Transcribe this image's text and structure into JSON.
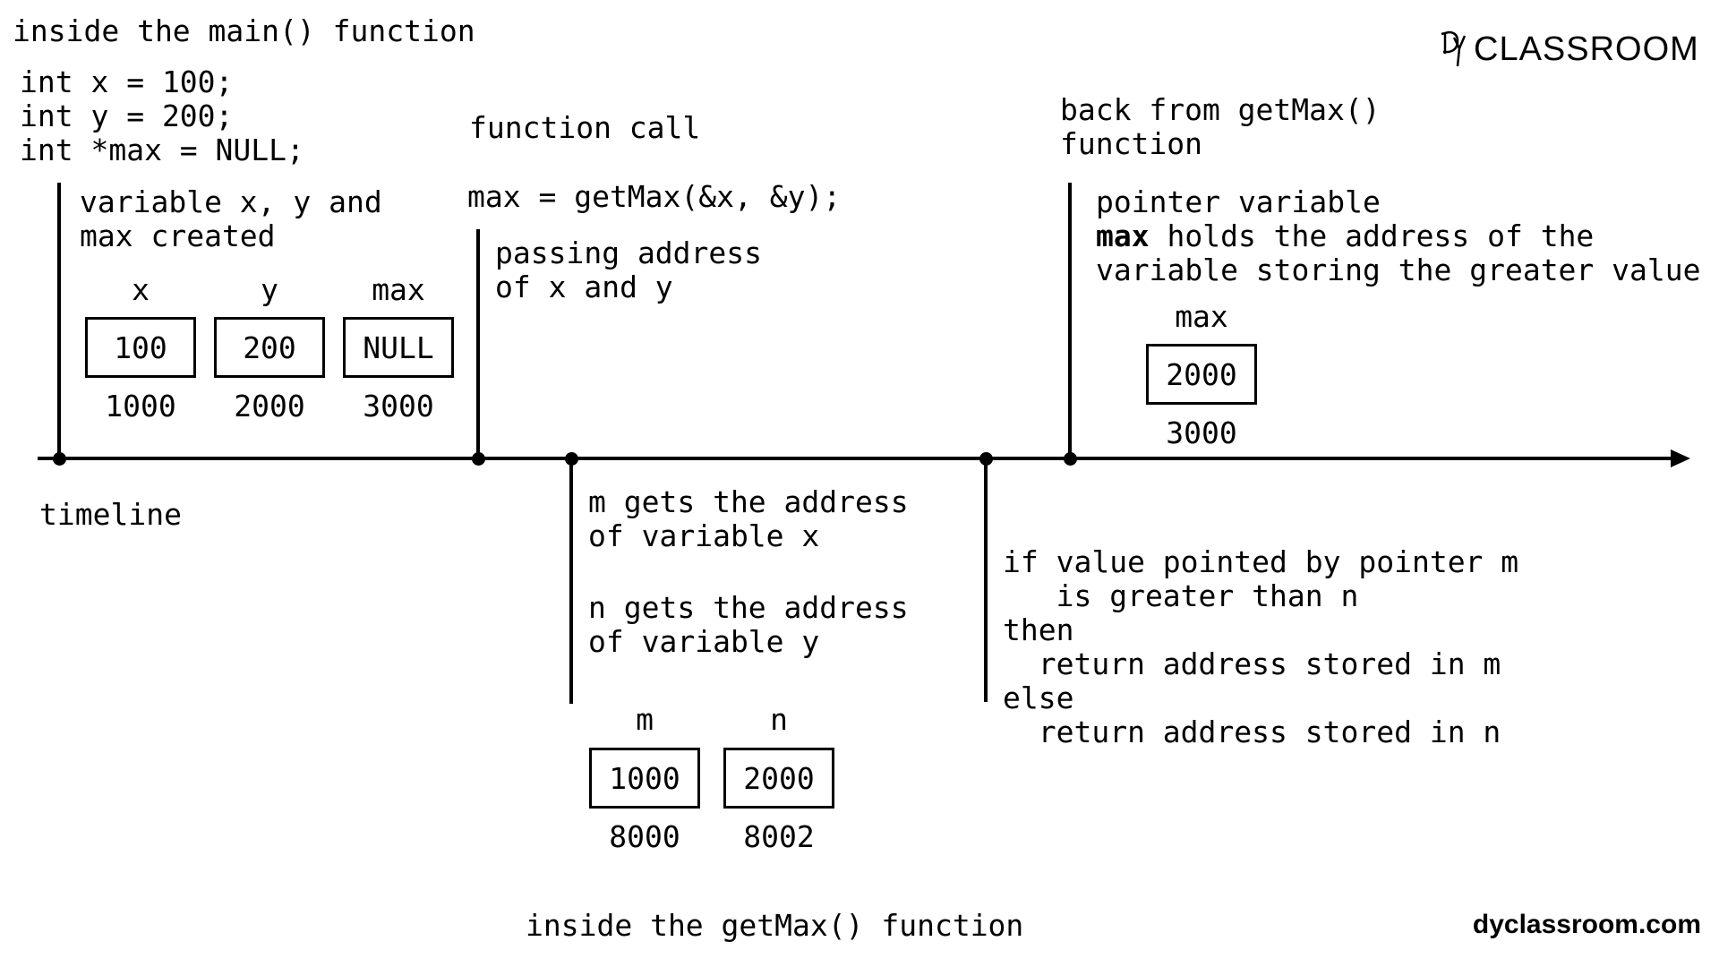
{
  "header": {
    "main_title": "inside the main() function"
  },
  "logo": {
    "text": "CLASSROOM"
  },
  "website": "dyclassroom.com",
  "code": [
    "int x = 100;",
    "int y = 200;",
    "int *max = NULL;"
  ],
  "timeline": {
    "label": "timeline"
  },
  "stage1": {
    "note": [
      "variable x, y and",
      "max created"
    ],
    "vars": [
      {
        "name": "x",
        "value": "100",
        "address": "1000"
      },
      {
        "name": "y",
        "value": "200",
        "address": "2000"
      },
      {
        "name": "max",
        "value": "NULL",
        "address": "3000"
      }
    ]
  },
  "stage2": {
    "heading": "function call",
    "call": "max = getMax(&x, &y);",
    "note": [
      "passing address",
      "of x and y"
    ]
  },
  "stage3": {
    "note_m": [
      "m gets the address",
      "of variable x"
    ],
    "note_n": [
      "n gets the address",
      "of variable y"
    ],
    "vars": [
      {
        "name": "m",
        "value": "1000",
        "address": "8000"
      },
      {
        "name": "n",
        "value": "2000",
        "address": "8002"
      }
    ],
    "footer": "inside the getMax() function"
  },
  "stage4": {
    "logic": [
      "if value pointed by pointer m",
      "   is greater than n",
      "then",
      "  return address stored in m",
      "else",
      "  return address stored in n"
    ]
  },
  "stage5": {
    "heading": [
      "back from getMax()",
      "function"
    ],
    "note_line1": "pointer variable",
    "note_bold": "max",
    "note_line2_rest": " holds the address of the",
    "note_line3": "variable storing the greater value",
    "var": {
      "name": "max",
      "value": "2000",
      "address": "3000"
    }
  }
}
